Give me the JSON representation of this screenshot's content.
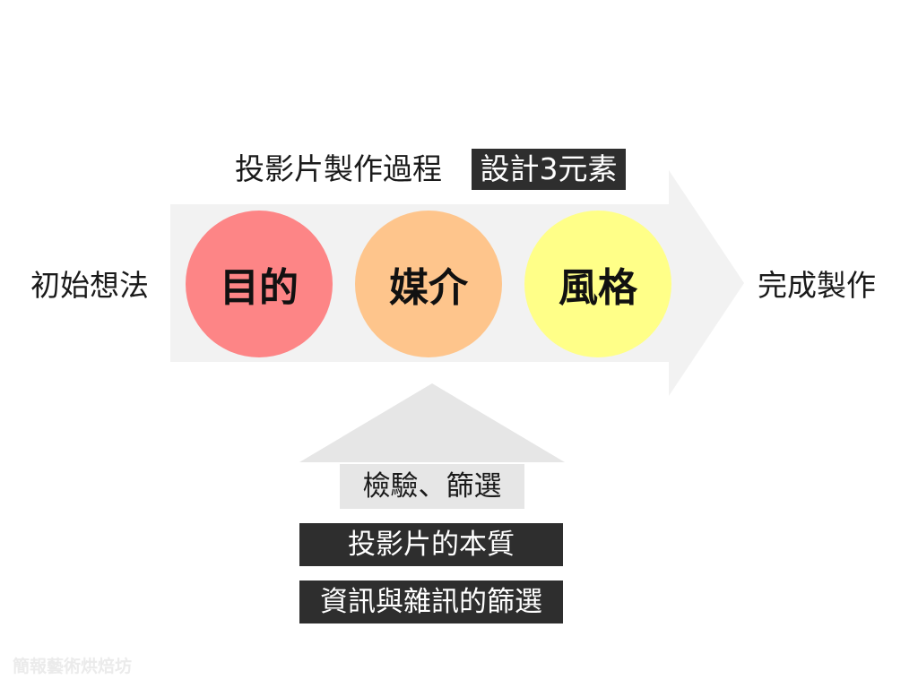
{
  "header": {
    "process_title": "投影片製作過程",
    "tag": "設計3元素"
  },
  "flow": {
    "start": "初始想法",
    "end": "完成製作"
  },
  "elements": [
    {
      "label": "目的",
      "color": "#fd8586"
    },
    {
      "label": "媒介",
      "color": "#fec58c"
    },
    {
      "label": "風格",
      "color": "#ffff88"
    }
  ],
  "input": {
    "label": "檢驗、篩選",
    "items": [
      "投影片的本質",
      "資訊與雜訊的篩選"
    ]
  },
  "colors": {
    "main_arrow": "#f2f2f2",
    "input_arrow": "#e6e6e6",
    "dark_box": "#2e2e2e"
  },
  "watermark": "簡報藝術烘焙坊"
}
